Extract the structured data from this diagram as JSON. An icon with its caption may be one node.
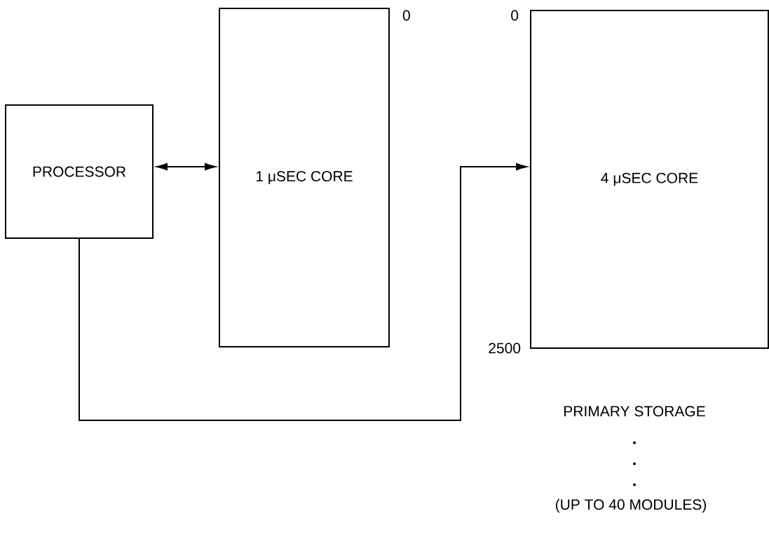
{
  "diagram": {
    "nodes": [
      {
        "text": [
          "PROCESSOR"
        ]
      },
      {
        "text": [
          "1 μSEC CORE"
        ],
        "beside": [
          "0"
        ]
      },
      {
        "text": [
          "4 μSEC CORE"
        ],
        "beside": [
          "0",
          "2500"
        ]
      }
    ],
    "edges": [
      {
        "from": 0,
        "to": 1,
        "arrow": "both"
      },
      {
        "from": 0,
        "to": 2,
        "arrow": "to"
      }
    ],
    "labels": [
      "PRIMARY STORAGE",
      "(UP TO 40 MODULES)"
    ]
  }
}
